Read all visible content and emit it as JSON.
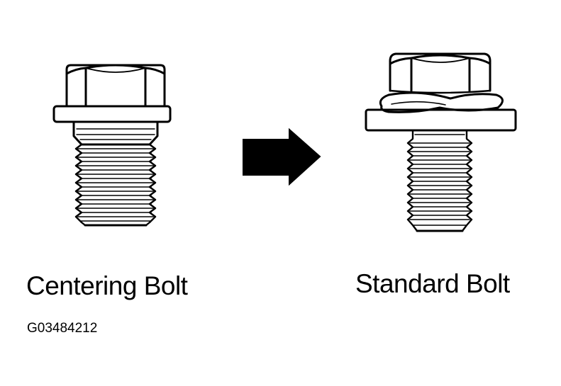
{
  "labels": {
    "left_bolt": "Centering Bolt",
    "right_bolt": "Standard Bolt",
    "figure_code": "G03484212"
  },
  "colors": {
    "ink": "#000000",
    "paper": "#ffffff"
  },
  "icons": {
    "arrow": "arrow-right-icon"
  }
}
